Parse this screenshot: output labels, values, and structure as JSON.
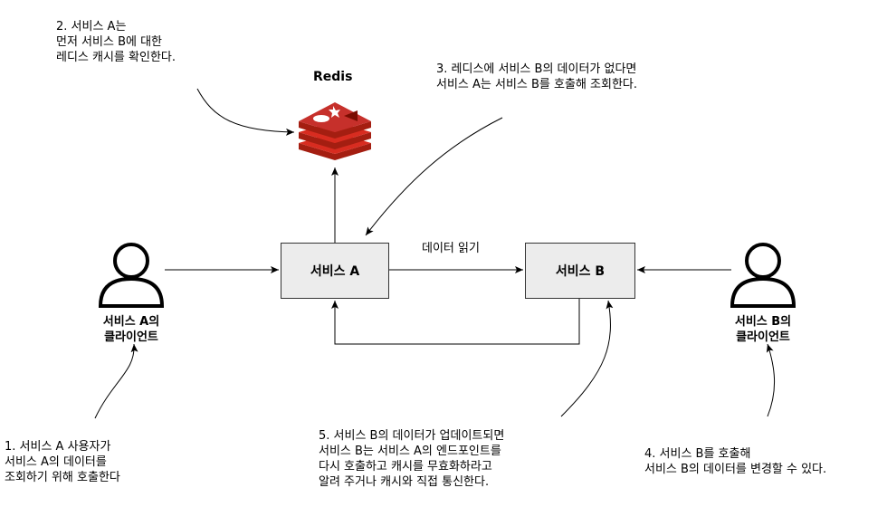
{
  "diagram": {
    "redis_label": "Redis",
    "service_a_label": "서비스 A",
    "service_b_label": "서비스 B",
    "edge_label_read": "데이터 읽기",
    "client_a_label": "서비스 A의\n클라이언트",
    "client_b_label": "서비스 B의\n클라이언트",
    "notes": {
      "note1": "1. 서비스 A 사용자가\n서비스 A의 데이터를\n조회하기 위해 호출한다",
      "note2": "2. 서비스 A는\n먼저 서비스 B에 대한\n레디스 캐시를 확인한다.",
      "note3": "3. 레디스에 서비스 B의 데이터가 없다면\n서비스 A는 서비스 B를 호출해 조회한다.",
      "note4": "4. 서비스 B를 호출해\n서비스 B의 데이터를 변경할 수 있다.",
      "note5": "5. 서비스 B의 데이터가 업데이트되면\n서비스 B는 서비스 A의 엔드포인트를\n다시 호출하고 캐시를 무효화하라고\n알려 주거나 캐시와 직접 통신한다."
    }
  },
  "colors": {
    "redis_red": "#c6302b",
    "redis_dark": "#a41e11",
    "box_fill": "#ececec"
  },
  "icons": {
    "person": "person-icon",
    "redis": "redis-logo-icon"
  }
}
